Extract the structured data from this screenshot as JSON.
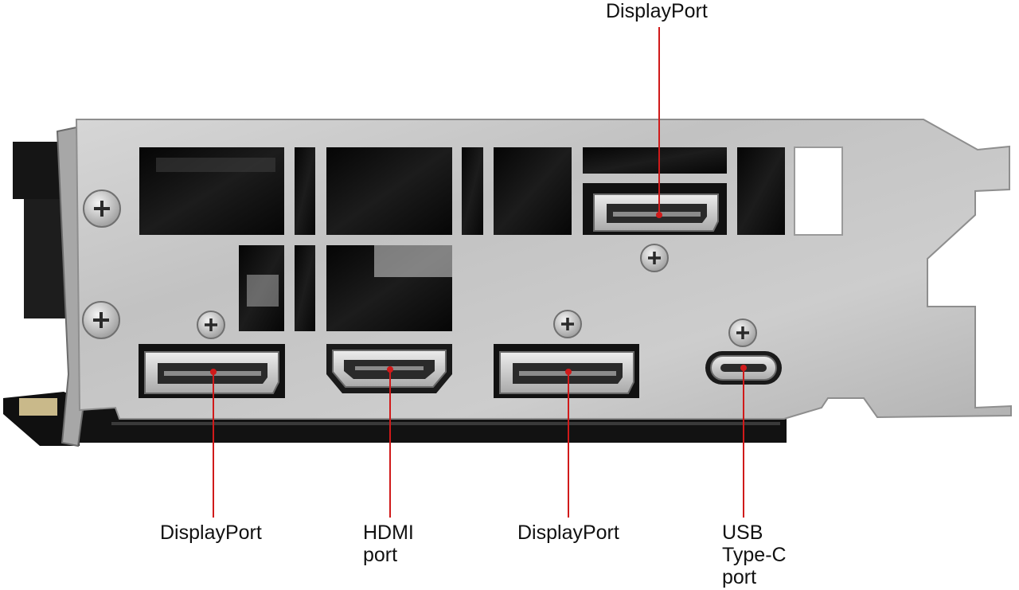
{
  "colors": {
    "background": "#ffffff",
    "bracket": "#c4c4c4",
    "bracket_edge": "#8e8e8e",
    "cutout": "#0c0c0c",
    "port_shell": "#d2d2d2",
    "callout_line": "#d01a1a",
    "label_text": "#111111"
  },
  "labels": {
    "dp_top": "DisplayPort",
    "dp_left": "DisplayPort",
    "hdmi_line1": "HDMI",
    "hdmi_line2": "port",
    "dp_mid": "DisplayPort",
    "usbc_line1": "USB",
    "usbc_line2": "Type-C",
    "usbc_line3": "port"
  },
  "icons": [
    "screw-icon",
    "displayport-connector-icon",
    "hdmi-connector-icon",
    "usb-c-connector-icon"
  ]
}
